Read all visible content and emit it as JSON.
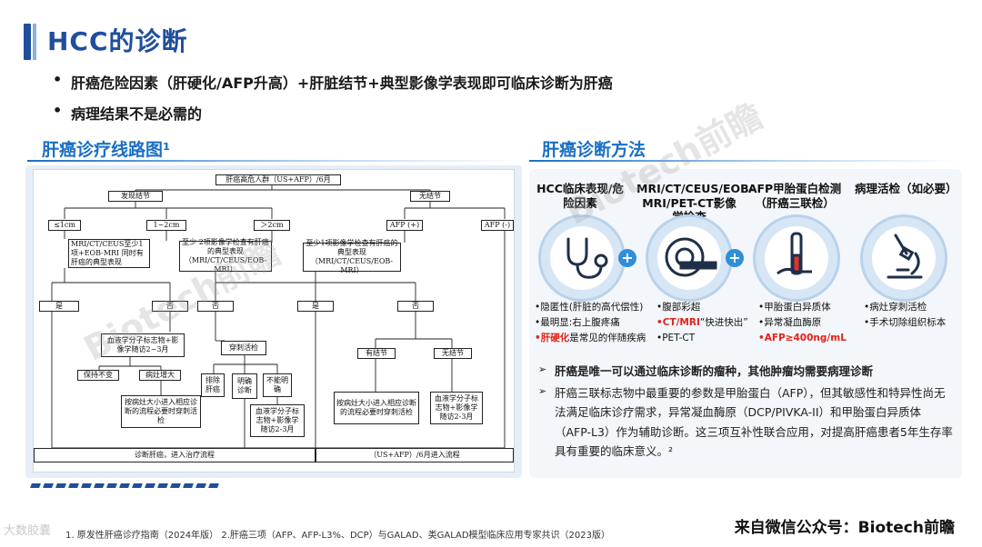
{
  "page_title": "HCC的诊断",
  "bullets": [
    "肝癌危险因素（肝硬化/AFP升高）+肝脏结节+典型影像学表现即可临床诊断为肝癌",
    "病理结果不是必需的"
  ],
  "left_section_title": "肝癌诊疗线路图¹",
  "right_section_title": "肝癌诊断方法",
  "flowchart": {
    "top": "肝癌高危人群（US+AFP）/6月",
    "found_nodule": "发现结节",
    "no_nodule": "无结节",
    "lt1": "≤1cm",
    "cm1_2": "1~2cm",
    "gt2": "＞2cm",
    "afp_pos": "AFP (+)",
    "afp_neg": "AFP (-)",
    "mri_left": "MRI/CT/CEUS至少1项+EOB-MRI 同时有肝癌的典型表现",
    "mri_mid": "至少 2项影像学检查有肝癌的典型表现（MRI/CT/CEUS/EOB-MRI）",
    "mri_right": "至少1项影像学检查有肝癌的典型表现（MRI/CT/CEUS/EOB-MRI）",
    "yes1": "是",
    "no1": "否",
    "no2": "否",
    "yes2": "是",
    "no3": "否",
    "followup1": "血液学分子标志物+影像学随访2~3月",
    "biopsy": "穿刺活检",
    "stable": "保持不变",
    "growth": "病灶增大",
    "excluded": "排除肝癌",
    "diagnosed": "明确诊断",
    "unclear": "不能明确",
    "lesion_size": "按病灶大小进入相应诊断的流程必要时穿刺活检",
    "followup2": "血液学分子标志物+影像学随访2-3月",
    "has_nodule": "有结节",
    "no_nodule2": "无结节",
    "lesion_size2": "按病灶大小进入相应诊断的流程必要时穿刺活检",
    "followup3": "血液学分子标志物+影像学随访2-3月",
    "diagnose_final": "诊断肝癌，进入治疗流程",
    "usafp_final": "（US+AFP）/6月进入流程"
  },
  "methods": [
    {
      "head": "HCC临床表现/危险因素",
      "icon": "stethoscope-icon"
    },
    {
      "head": "MRI/CT/CEUS/EOB-MRI/PET-CT影像学检查",
      "icon": "mri-scanner-icon"
    },
    {
      "head": "AFP甲胎蛋白检测（肝癌三联检）",
      "icon": "blood-test-tube-icon"
    },
    {
      "head": "病理活检（如必要）",
      "icon": "microscope-icon"
    }
  ],
  "features": {
    "col1": [
      "•隐匿性(肝脏的高代偿性)",
      "•最明显:右上腹疼痛",
      "常见的伴随疾病"
    ],
    "col1_red": "•肝硬化",
    "col1_red_suffix": "是",
    "col2": [
      "•腹部彩超",
      "“快进快出”",
      "•PET-CT"
    ],
    "col2_red": "•CT/MRI",
    "col3": [
      "•甲胎蛋白异质体",
      "•异常凝血酶原"
    ],
    "col3_red": "•AFP≥400ng/mL",
    "col4": [
      "•病灶穿刺活检",
      "•手术切除组织标本"
    ]
  },
  "notes": {
    "n1": "肝癌是唯一可以通过临床诊断的瘤种，其他肿瘤均需要病理诊断",
    "n2": "肝癌三联标志物中最重要的参数是甲胎蛋白（AFP），但其敏感性和特异性尚无法满足临床诊疗需求，异常凝血酶原（DCP/PIVKA-II）和甲胎蛋白异质体（AFP-L3）作为辅助诊断。这三项互补性联合应用，对提高肝癌患者5年生存率具有重要的临床意义。²"
  },
  "footnote": "1. 原发性肝癌诊疗指南（2024年版） 2.肝癌三项（AFP、AFP-L3%、DCP）与GALAD、类GALAD模型临床应用专家共识（2023版）",
  "source": "来自微信公众号：Biotech前瞻",
  "watermark": "Biotech前瞻",
  "corner_logo": "大数胶囊",
  "colors": {
    "accent": "#1f4e9c",
    "section": "#1a6fc4",
    "red": "#e2231a",
    "plus": "#2f8fd8"
  }
}
